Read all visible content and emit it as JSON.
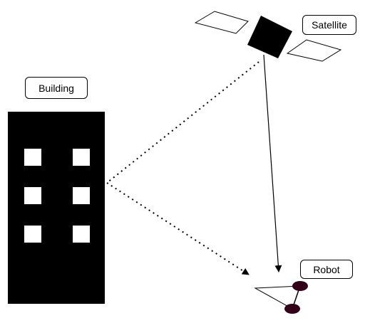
{
  "labels": {
    "building": "Building",
    "satellite": "Satellite",
    "robot": "Robot"
  },
  "colors": {
    "building_fill": "#000000",
    "window_fill": "#ffffff",
    "robot_wheel": "#33001a",
    "line": "#000000"
  },
  "icons": {
    "building": "building-icon",
    "satellite": "satellite-icon",
    "robot": "robot-icon"
  }
}
